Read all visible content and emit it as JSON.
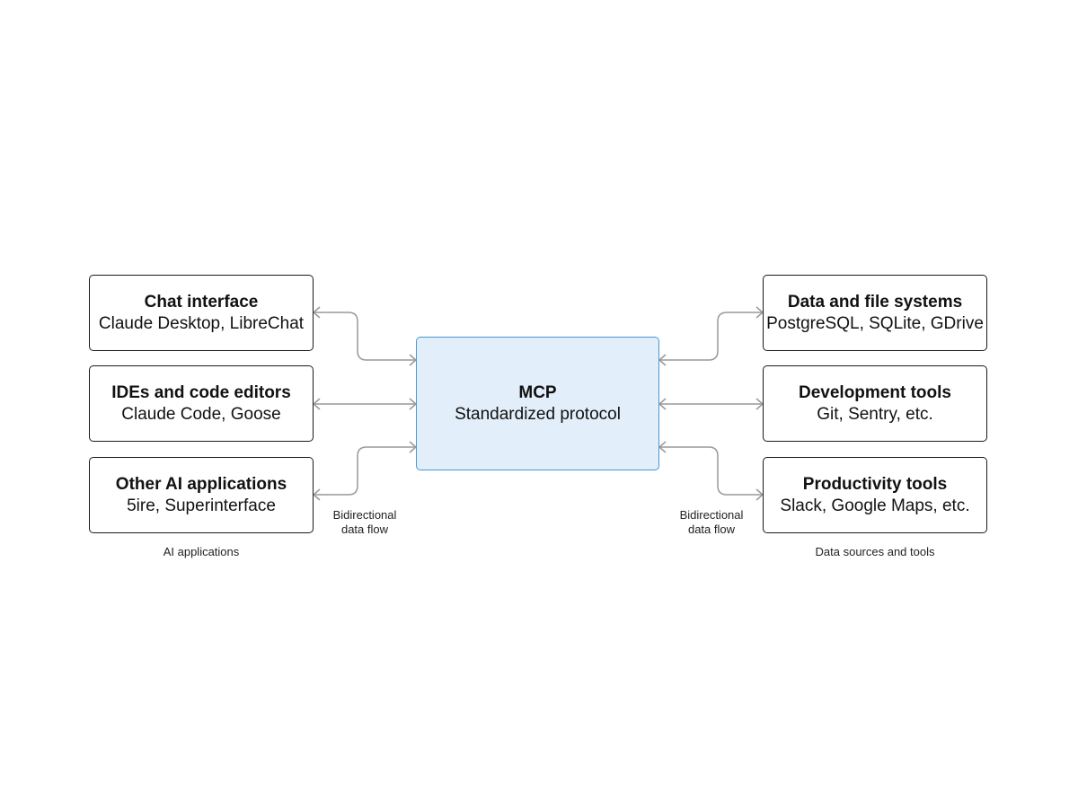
{
  "center": {
    "title": "MCP",
    "subtitle": "Standardized protocol"
  },
  "ai_applications": {
    "caption": "AI applications",
    "items": [
      {
        "title": "Chat interface",
        "subtitle": "Claude Desktop, LibreChat"
      },
      {
        "title": "IDEs and code editors",
        "subtitle": "Claude Code, Goose"
      },
      {
        "title": "Other AI applications",
        "subtitle": "5ire, Superinterface"
      }
    ]
  },
  "data_sources": {
    "caption": "Data sources and tools",
    "items": [
      {
        "title": "Data and file systems",
        "subtitle": "PostgreSQL, SQLite, GDrive"
      },
      {
        "title": "Development tools",
        "subtitle": "Git, Sentry, etc."
      },
      {
        "title": "Productivity tools",
        "subtitle": "Slack, Google Maps, etc."
      }
    ]
  },
  "flow_labels": {
    "left": {
      "line1": "Bidirectional",
      "line2": "data flow"
    },
    "right": {
      "line1": "Bidirectional",
      "line2": "data flow"
    }
  },
  "colors": {
    "center_fill": "#e2eef9",
    "center_border": "#4a97d3",
    "node_border": "#1a1a1a",
    "connector": "#999999"
  }
}
